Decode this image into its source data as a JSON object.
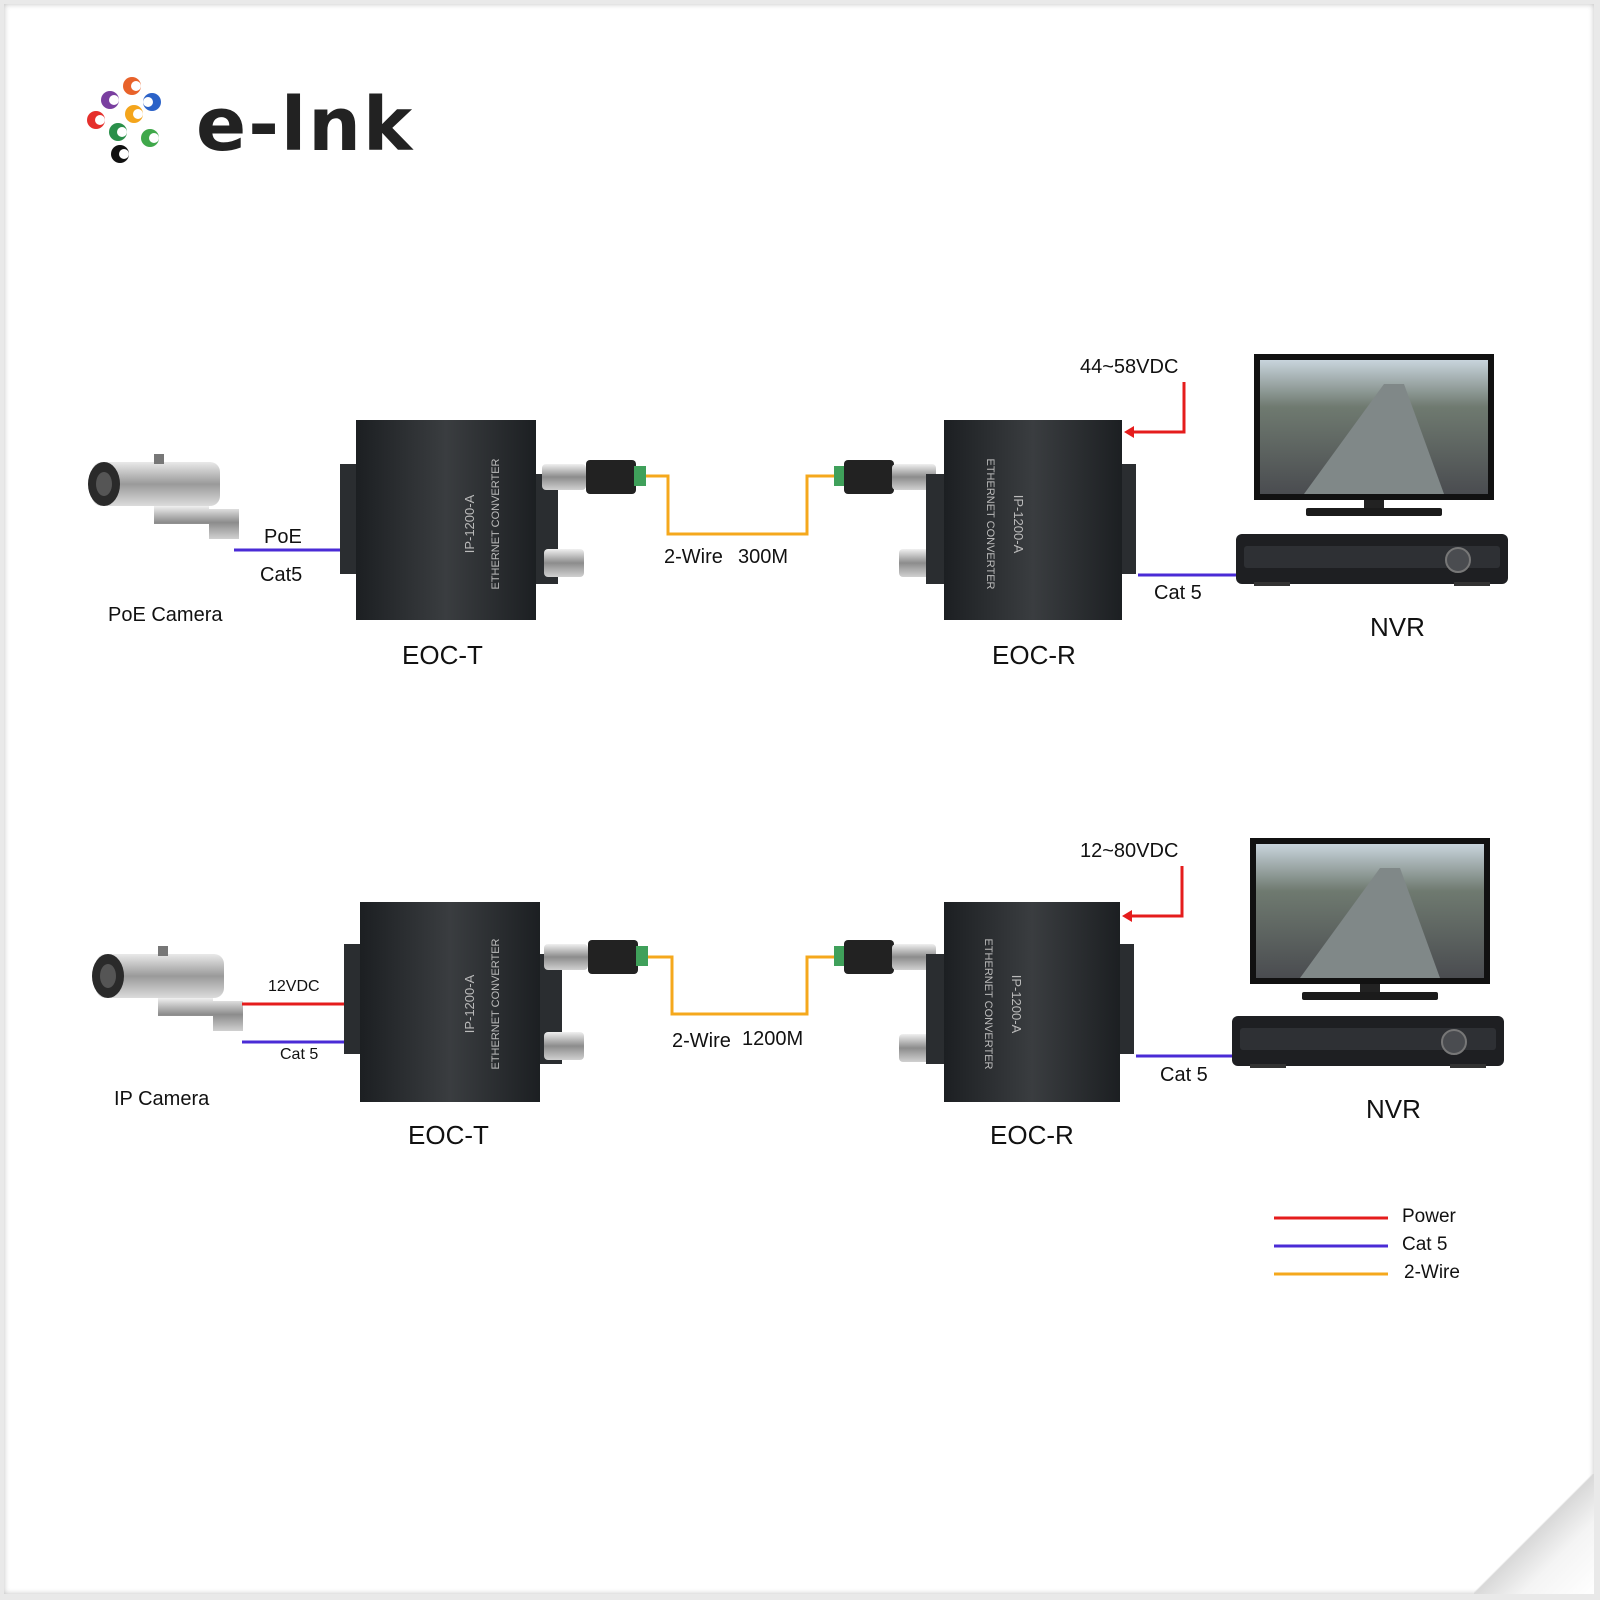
{
  "brand": {
    "name": "e-lnk"
  },
  "colors": {
    "power": "#e51c1c",
    "cat5": "#4a2bd6",
    "two_wire": "#f5a81c"
  },
  "scenario1": {
    "camera_label": "PoE Camera",
    "link_top": "PoE",
    "link_bottom": "Cat5",
    "transmitter_label": "EOC-T",
    "receiver_label": "EOC-R",
    "wire_label": "2-Wire",
    "wire_distance": "300M",
    "power_label": "44~58VDC",
    "nvr_link": "Cat 5",
    "nvr_label": "NVR"
  },
  "scenario2": {
    "camera_label": "IP Camera",
    "power_link": "12VDC",
    "data_link": "Cat 5",
    "transmitter_label": "EOC-T",
    "receiver_label": "EOC-R",
    "wire_label": "2-Wire",
    "wire_distance": "1200M",
    "power_label": "12~80VDC",
    "nvr_link": "Cat 5",
    "nvr_label": "NVR"
  },
  "device": {
    "model": "IP-1200-A",
    "type": "ETHERNET CONVERTER"
  },
  "legend": [
    {
      "label": "Power",
      "color": "#e51c1c"
    },
    {
      "label": "Cat 5",
      "color": "#4a2bd6"
    },
    {
      "label": "2-Wire",
      "color": "#f5a81c"
    }
  ]
}
